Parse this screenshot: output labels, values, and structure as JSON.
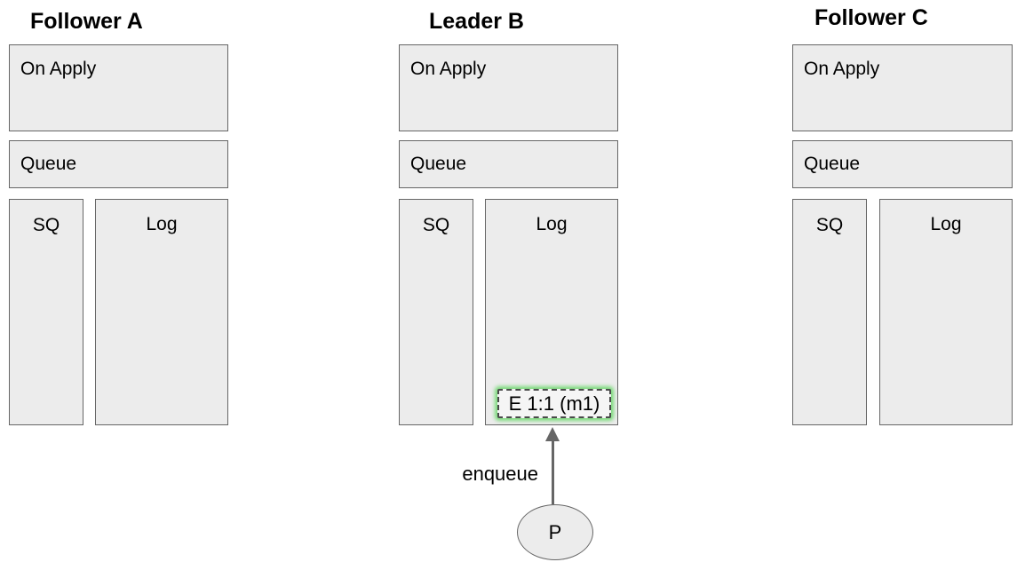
{
  "colors": {
    "background": "#ffffff",
    "box_fill": "#ececec",
    "box_stroke": "#666666",
    "entry_fill": "#f5f5f5",
    "entry_stroke": "#4a4a4a",
    "entry_glow": "rgba(85, 212, 85, 0.75)",
    "arrow": "#666666",
    "text": "#000000"
  },
  "nodes": [
    {
      "id": "follower-a",
      "title": "Follower A",
      "on_apply_label": "On Apply",
      "queue_label": "Queue",
      "sq_label": "SQ",
      "log_label": "Log",
      "log_entries": []
    },
    {
      "id": "leader-b",
      "title": "Leader B",
      "on_apply_label": "On Apply",
      "queue_label": "Queue",
      "sq_label": "SQ",
      "log_label": "Log",
      "log_entries": [
        {
          "label": "E 1:1 (m1)",
          "highlight": "green-glow"
        }
      ]
    },
    {
      "id": "follower-c",
      "title": "Follower C",
      "on_apply_label": "On Apply",
      "queue_label": "Queue",
      "sq_label": "SQ",
      "log_label": "Log",
      "log_entries": []
    }
  ],
  "enqueue_edge": {
    "label": "enqueue"
  },
  "producer": {
    "label": "P"
  }
}
